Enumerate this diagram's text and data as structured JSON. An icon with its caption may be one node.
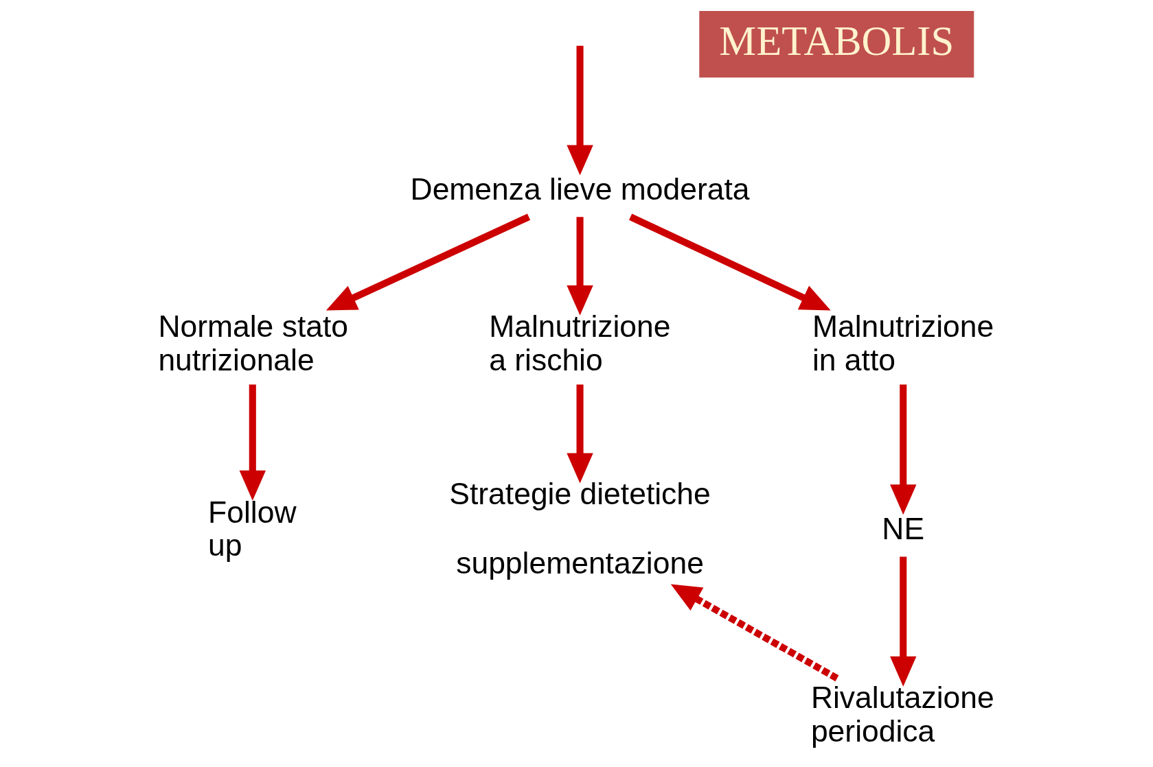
{
  "diagram": {
    "nodes": [
      {
        "text": [
          "Demenza lieve moderata"
        ]
      },
      {
        "text": [
          "Normale stato nutrizionale"
        ]
      },
      {
        "text": [
          "Malnutrizione a rischio"
        ]
      },
      {
        "text": [
          "Malnutrizione in atto"
        ]
      },
      {
        "text": [
          "Follow up"
        ]
      },
      {
        "text": [
          "Strategie dietetiche",
          "supplementazione"
        ]
      },
      {
        "text": [
          "NE"
        ]
      },
      {
        "text": [
          "Rivalutazione periodica"
        ]
      },
      {
        "text": [
          "METABOLIS"
        ]
      }
    ],
    "edges": [
      {
        "from": null,
        "to": 0,
        "arrow": "to"
      },
      {
        "from": 0,
        "to": 1,
        "arrow": "to"
      },
      {
        "from": 0,
        "to": 2,
        "arrow": "to"
      },
      {
        "from": 0,
        "to": 3,
        "arrow": "to"
      },
      {
        "from": 1,
        "to": 4,
        "arrow": "to"
      },
      {
        "from": 2,
        "to": 5,
        "arrow": "to"
      },
      {
        "from": 3,
        "to": 6,
        "arrow": "to"
      },
      {
        "from": 6,
        "to": 7,
        "arrow": "to"
      },
      {
        "from": 7,
        "to": 5,
        "arrow": "to",
        "style": "dashed"
      }
    ]
  }
}
